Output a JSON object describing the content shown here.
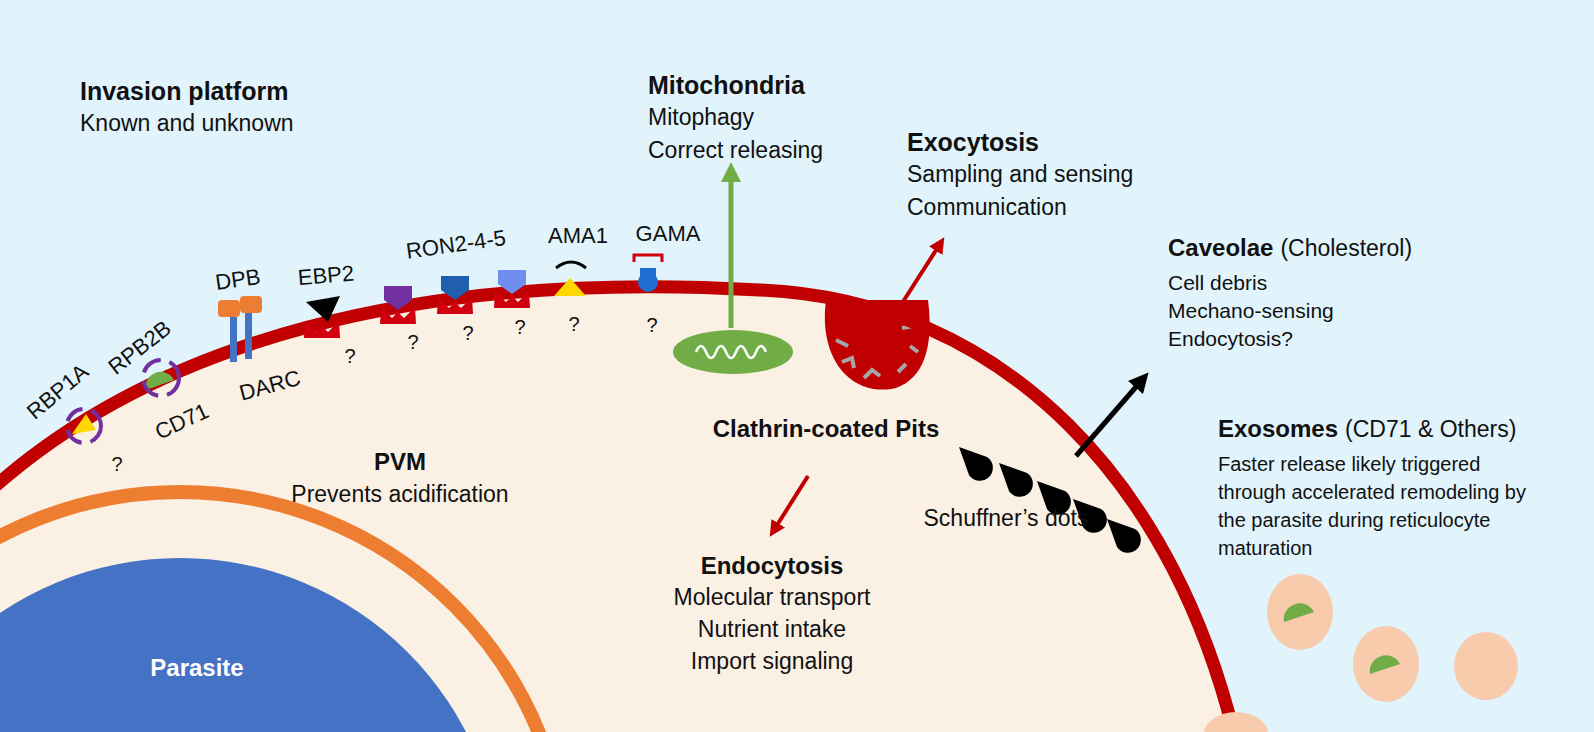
{
  "diagram": {
    "nodes": [
      {
        "text": [
          "Parasite"
        ]
      }
    ],
    "labels": [
      "Invasion platform",
      "Known and unknown",
      "RBP1A",
      "RPB2B",
      "DPB",
      "EBP2",
      "RON2-4-5",
      "AMA1",
      "GAMA",
      "Mitochondria",
      "Mitophagy",
      "Correct releasing",
      "Exocytosis",
      "Sampling and sensing",
      "Communication",
      "Caveolae",
      "(Cholesterol)",
      "Cell debris",
      "Mechano-sensing",
      "Endocytosis?",
      "?",
      "?",
      "?",
      "?",
      "?",
      "?",
      "CD71",
      "DARC",
      "?",
      "Exosomes",
      "(CD71 & Others)",
      "Faster release likely triggered through accelerated remodeling by the parasite during reticulocyte maturation",
      "PVM",
      "Prevents acidification",
      "Clathrin-coated Pits",
      "Schuffner’s dots",
      "Endocytosis",
      "Molecular transport",
      "Nutrient intake",
      "Import signaling"
    ]
  }
}
